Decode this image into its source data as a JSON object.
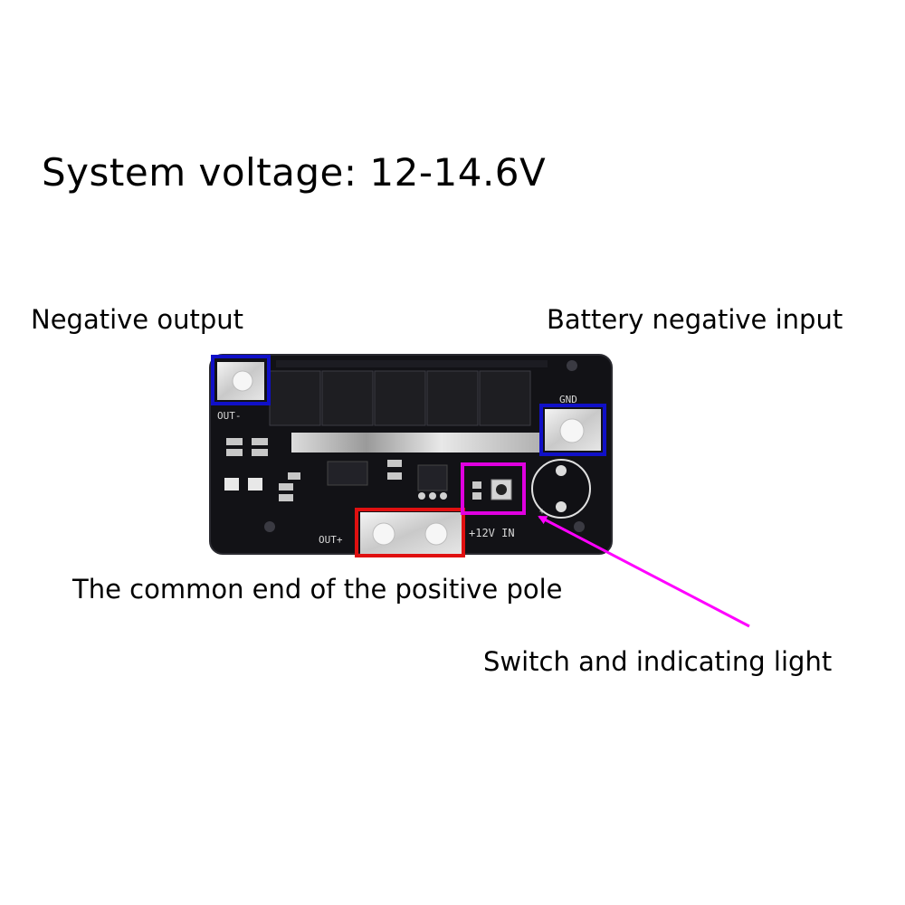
{
  "title": "System voltage: 12-14.6V",
  "labels": {
    "negative_output": "Negative output",
    "battery_negative_input": "Battery negative input",
    "positive_common": "The common end of the positive pole",
    "switch_light": "Switch and indicating light"
  },
  "silkscreen": {
    "out_minus": "OUT-",
    "gnd": "GND",
    "out_plus": "OUT+",
    "in_12v": "+12V IN",
    "plus_sign": "+"
  },
  "colors": {
    "negative_box": "#1010c8",
    "positive_box": "#e01010",
    "switch_box": "#e000e0",
    "arrow": "#ff00ff",
    "pcb": "#111114"
  },
  "icons": [
    "pcb-board",
    "mosfet-chip",
    "push-button",
    "led-indicator",
    "arrow-icon"
  ]
}
